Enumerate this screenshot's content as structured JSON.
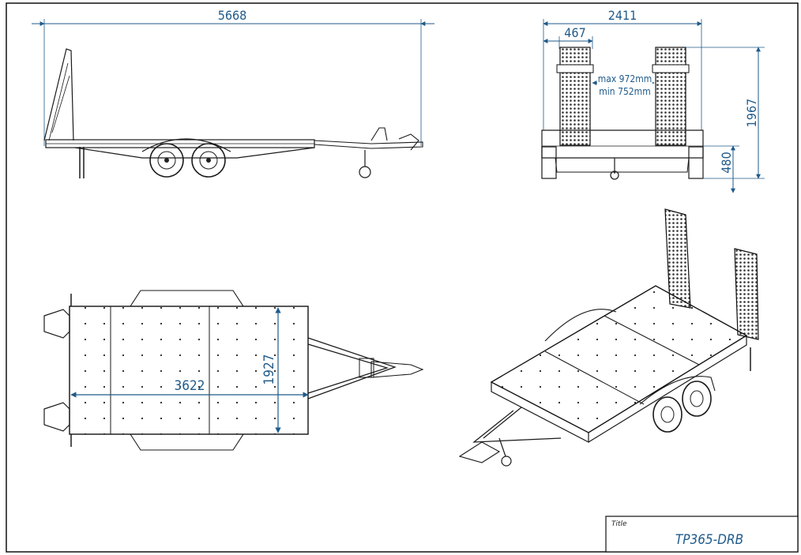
{
  "side_view": {
    "overall_length": "5668"
  },
  "rear_view": {
    "overall_width": "2411",
    "ramp_width": "467",
    "ramp_gap_max": "max 972mm",
    "ramp_gap_min": "min 752mm",
    "overall_height": "1967",
    "deck_height": "480"
  },
  "top_view": {
    "deck_length": "3622",
    "deck_width": "1927"
  },
  "title_block": {
    "label": "Title",
    "title": "TP365-DRB"
  },
  "colors": {
    "dimension": "#1f5a8a",
    "ink": "#1a1a1a"
  }
}
